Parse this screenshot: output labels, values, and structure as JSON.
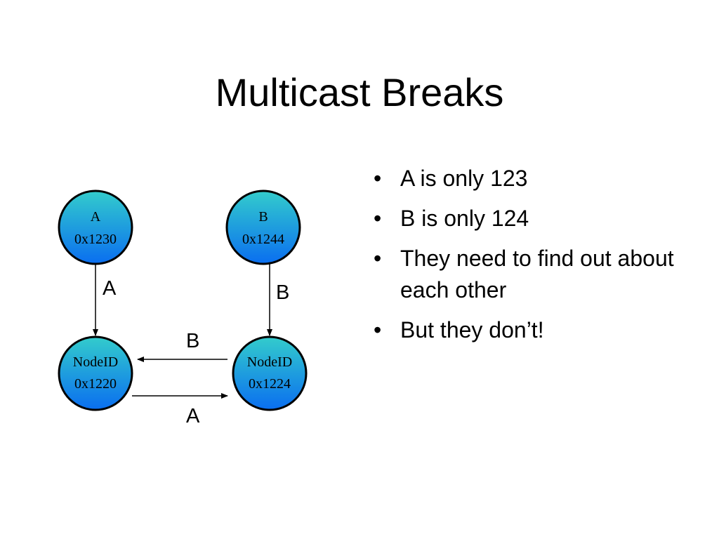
{
  "slide": {
    "title": "Multicast Breaks"
  },
  "diagram": {
    "nodes": [
      {
        "id": "groupA",
        "line1": "A",
        "line2": "0x1230"
      },
      {
        "id": "groupB",
        "line1": "B",
        "line2": "0x1244"
      },
      {
        "id": "node1220",
        "line1": "NodeID",
        "line2": "0x1220"
      },
      {
        "id": "node1224",
        "line1": "NodeID",
        "line2": "0x1224"
      }
    ],
    "edges": [
      {
        "from": "groupA",
        "to": "node1220",
        "label": "A"
      },
      {
        "from": "groupB",
        "to": "node1224",
        "label": "B"
      },
      {
        "from": "node1224",
        "to": "node1220",
        "label": "B"
      },
      {
        "from": "node1220",
        "to": "node1224",
        "label": "A"
      }
    ],
    "colors": {
      "node_top": "#33cccc",
      "node_bottom": "#0a6ef0",
      "node_border": "#000000",
      "arrow": "#000000"
    }
  },
  "bullets": {
    "marker": "•",
    "items": [
      "A is only 123",
      "B is only 124",
      "They need to find out about each other",
      "But they don’t!"
    ]
  }
}
